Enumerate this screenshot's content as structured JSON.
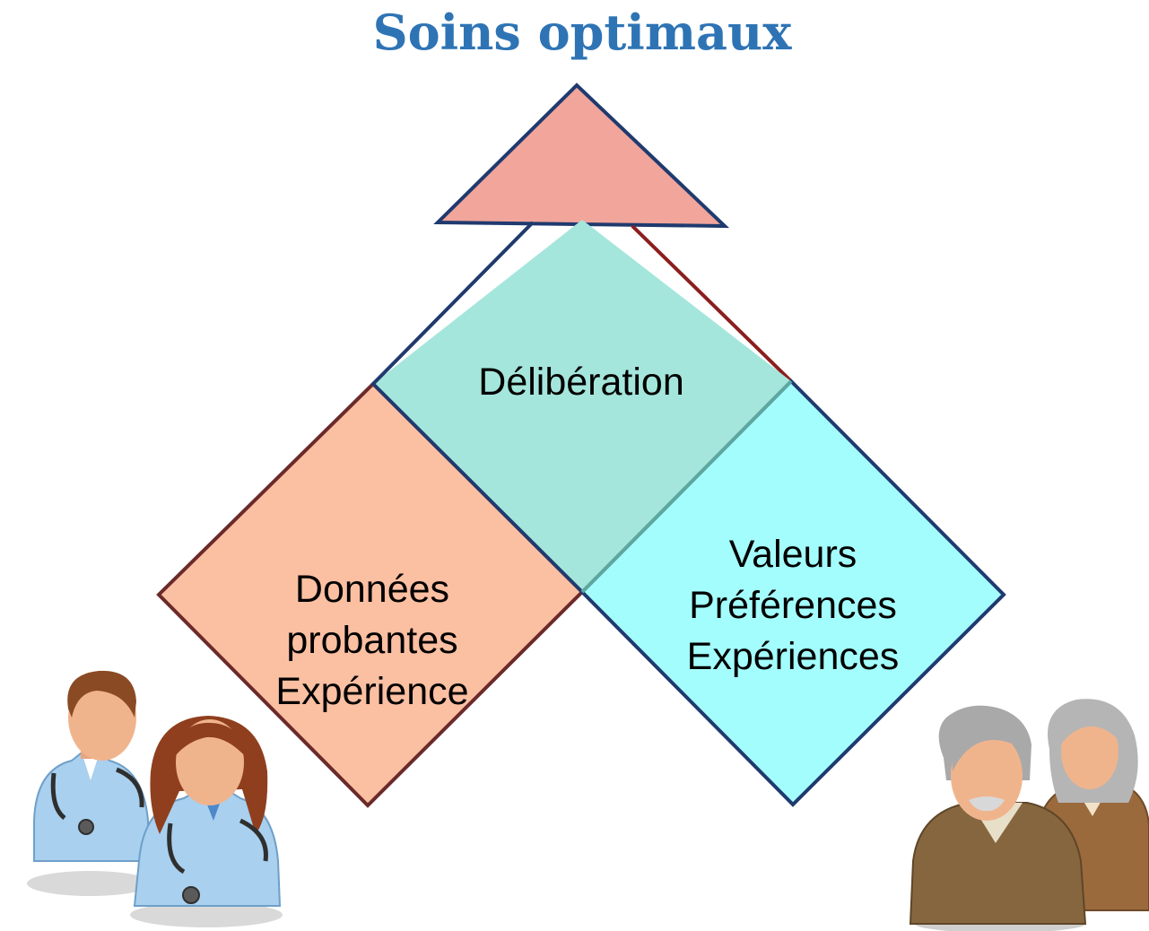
{
  "title": "Soins optimaux",
  "nodes": {
    "evidence": {
      "lines": [
        "Données",
        "probantes",
        "Expérience"
      ]
    },
    "values": {
      "lines": [
        "Valeurs",
        "Préférences",
        "Expériences"
      ]
    },
    "deliberation": {
      "label": "Délibération"
    }
  },
  "icons": {
    "clinicians": "doctors-icon",
    "patients": "elderly-patients-icon"
  },
  "colors": {
    "title": "#2e74b5",
    "arrow_fill": "#f1a59b",
    "arrow_stroke": "#1f3a6e",
    "evidence_fill": "#fbbfa2",
    "evidence_stroke": "#6b2a2a",
    "values_fill": "#a4fdfd",
    "values_stroke": "#1f3a6e",
    "deliberation_fill": "#a5e6dc"
  }
}
